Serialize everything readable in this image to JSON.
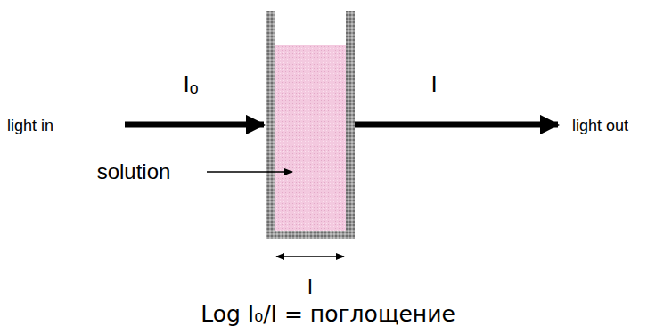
{
  "diagram": {
    "labels": [
      "Iₒ",
      "I",
      "light in",
      "light out",
      "solution",
      "l",
      "Log I₀/I = поглощение"
    ]
  }
}
